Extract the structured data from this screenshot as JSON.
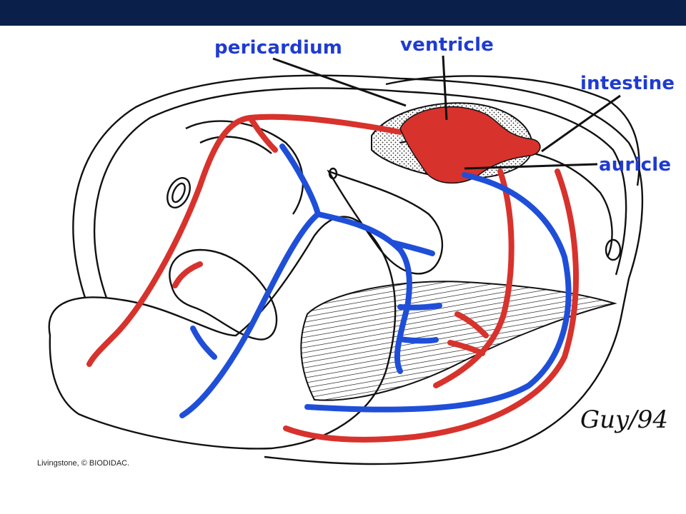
{
  "header": {
    "color": "#0a1f4a"
  },
  "labels": {
    "pericardium": "pericardium",
    "ventricle": "ventricle",
    "intestine": "intestine",
    "auricle": "auricle"
  },
  "credit": "Livingstone, © BIODIDAC.",
  "signature": "Guy/94",
  "colors": {
    "label": "#1f3bd1",
    "artery": "#d8322c",
    "vein": "#1f4fd8",
    "outline": "#111111"
  }
}
